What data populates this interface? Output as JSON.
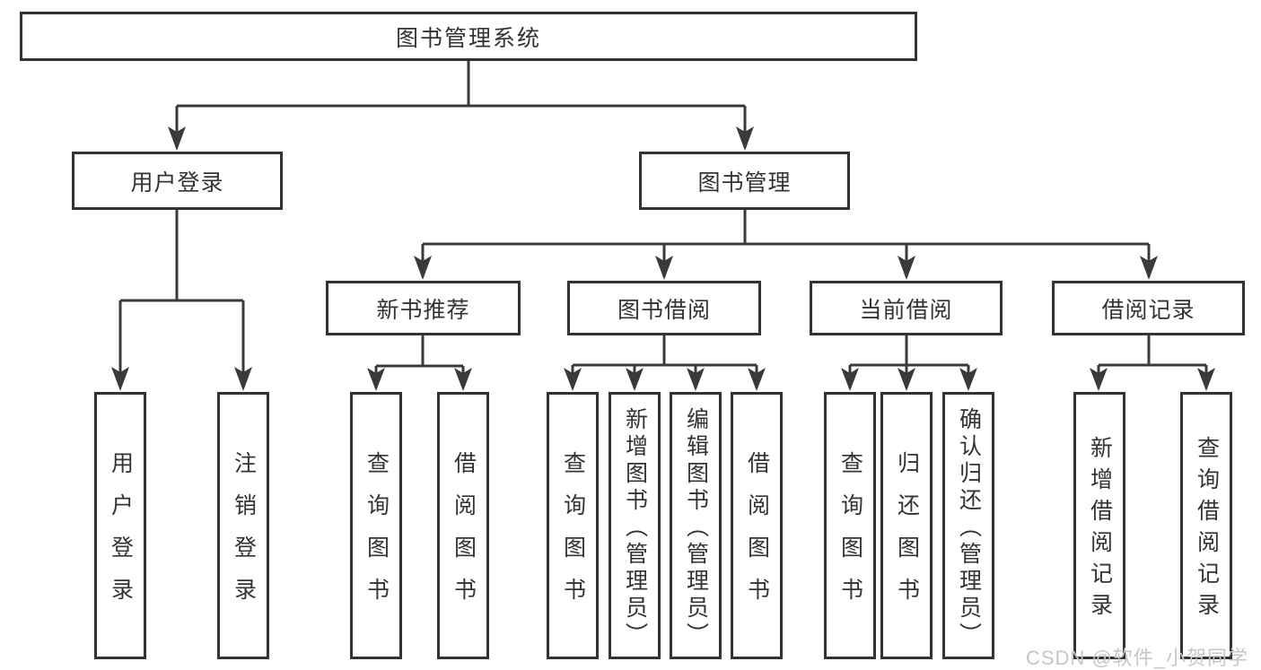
{
  "diagram": {
    "root": {
      "label": "图书管理系统"
    },
    "branches": [
      {
        "label": "用户登录",
        "children": [
          "用户登录",
          "注销登录"
        ]
      },
      {
        "label": "图书管理",
        "groups": [
          {
            "label": "新书推荐",
            "children": [
              "查询图书",
              "借阅图书"
            ]
          },
          {
            "label": "图书借阅",
            "children": [
              "查询图书",
              "新增图书（管理员）",
              "编辑图书（管理员）",
              "借阅图书"
            ]
          },
          {
            "label": "当前借阅",
            "children": [
              "查询图书",
              "归还图书",
              "确认归还（管理员）"
            ]
          },
          {
            "label": "借阅记录",
            "children": [
              "新增借阅记录",
              "查询借阅记录"
            ]
          }
        ]
      }
    ],
    "watermark": "CSDN @软件_小贺同学",
    "colors": {
      "line": "#3a3a3a",
      "box_border": "#333333",
      "text": "#333333",
      "watermark": "#c6c6c6",
      "background": "#ffffff"
    }
  }
}
